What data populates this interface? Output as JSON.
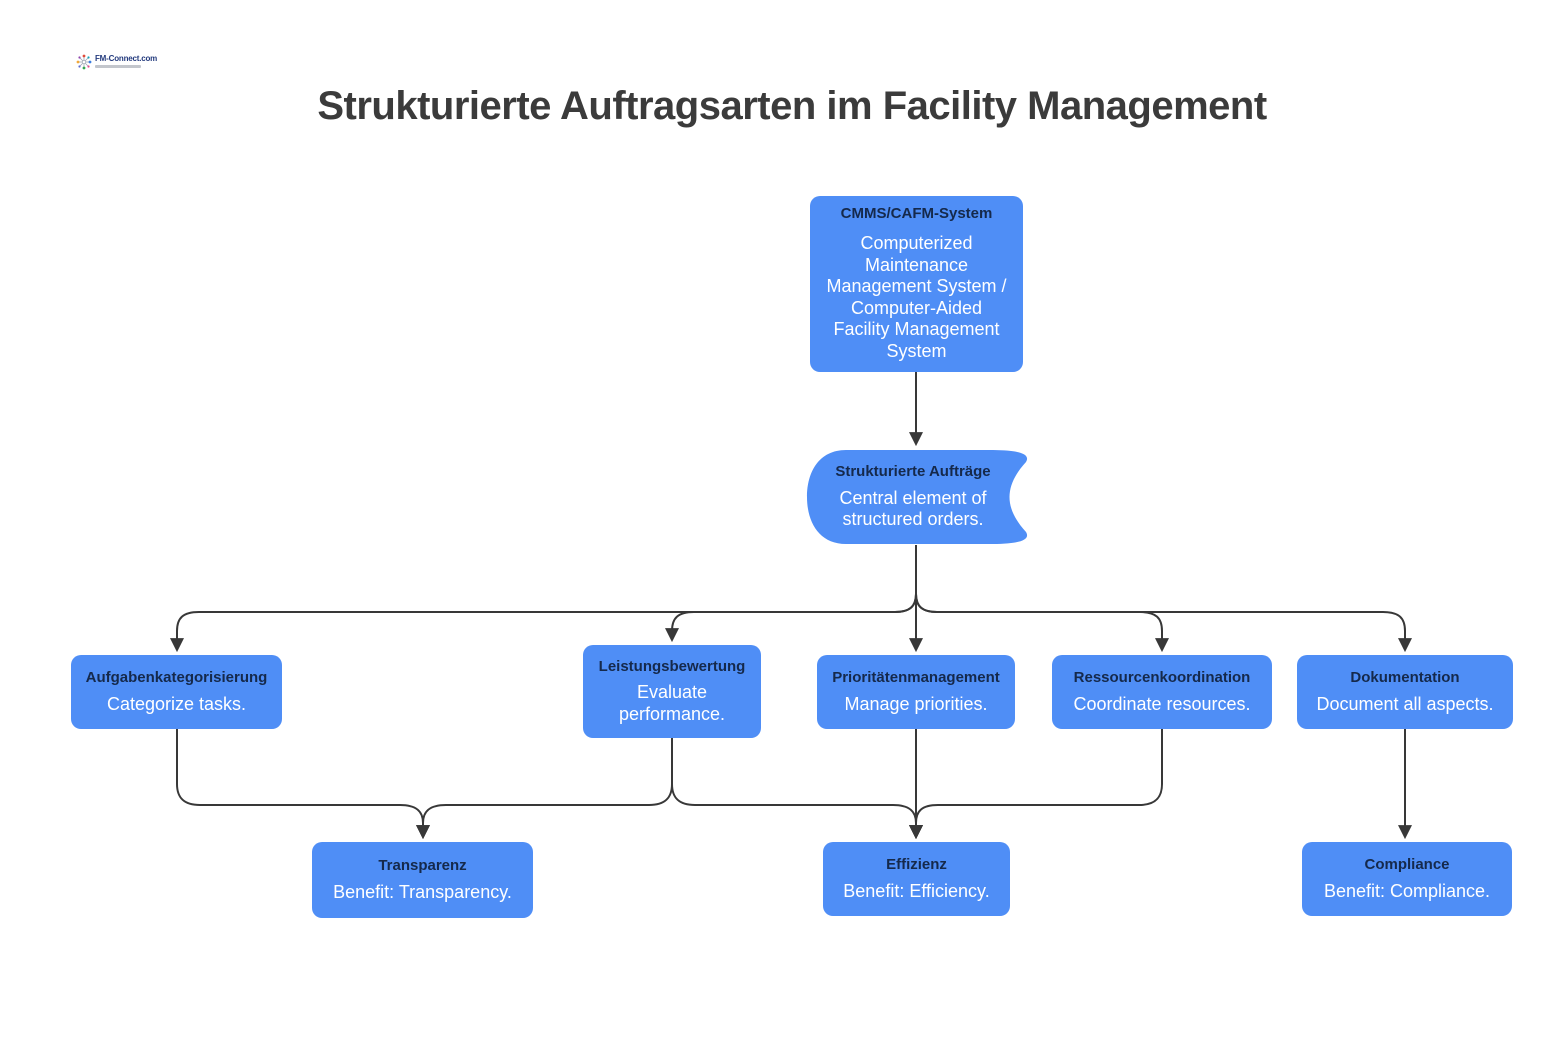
{
  "page": {
    "title": "Strukturierte Auftragsarten im Facility Management"
  },
  "logo": {
    "name": "FM-Connect.com"
  },
  "colors": {
    "node_fill": "#4F8EF6",
    "node_title_text": "#15294B",
    "node_body_text": "#FFFFFF",
    "edge": "#383838",
    "page_title_text": "#3B3B3B"
  },
  "nodes": {
    "cmms": {
      "title": "CMMS/CAFM-System",
      "body": "Computerized Maintenance Management System / Computer-Aided Facility Management System"
    },
    "orders": {
      "title": "Strukturierte Aufträge",
      "body": "Central element of structured orders."
    },
    "categorization": {
      "title": "Aufgabenkategorisierung",
      "body": "Categorize tasks."
    },
    "evaluation": {
      "title": "Leistungsbewertung",
      "body": "Evaluate performance."
    },
    "priorities": {
      "title": "Prioritätenmanagement",
      "body": "Manage priorities."
    },
    "resources": {
      "title": "Ressourcenkoordination",
      "body": "Coordinate resources."
    },
    "documentation": {
      "title": "Dokumentation",
      "body": "Document all aspects."
    },
    "transparency": {
      "title": "Transparenz",
      "body": "Benefit: Transparency."
    },
    "efficiency": {
      "title": "Effizienz",
      "body": "Benefit: Efficiency."
    },
    "compliance": {
      "title": "Compliance",
      "body": "Benefit: Compliance."
    }
  },
  "edges": [
    {
      "from": "cmms",
      "to": "orders"
    },
    {
      "from": "orders",
      "to": "categorization"
    },
    {
      "from": "orders",
      "to": "evaluation"
    },
    {
      "from": "orders",
      "to": "priorities"
    },
    {
      "from": "orders",
      "to": "resources"
    },
    {
      "from": "orders",
      "to": "documentation"
    },
    {
      "from": "categorization",
      "to": "transparency"
    },
    {
      "from": "evaluation",
      "to": "transparency"
    },
    {
      "from": "evaluation",
      "to": "efficiency"
    },
    {
      "from": "priorities",
      "to": "efficiency"
    },
    {
      "from": "resources",
      "to": "efficiency"
    },
    {
      "from": "documentation",
      "to": "compliance"
    }
  ]
}
